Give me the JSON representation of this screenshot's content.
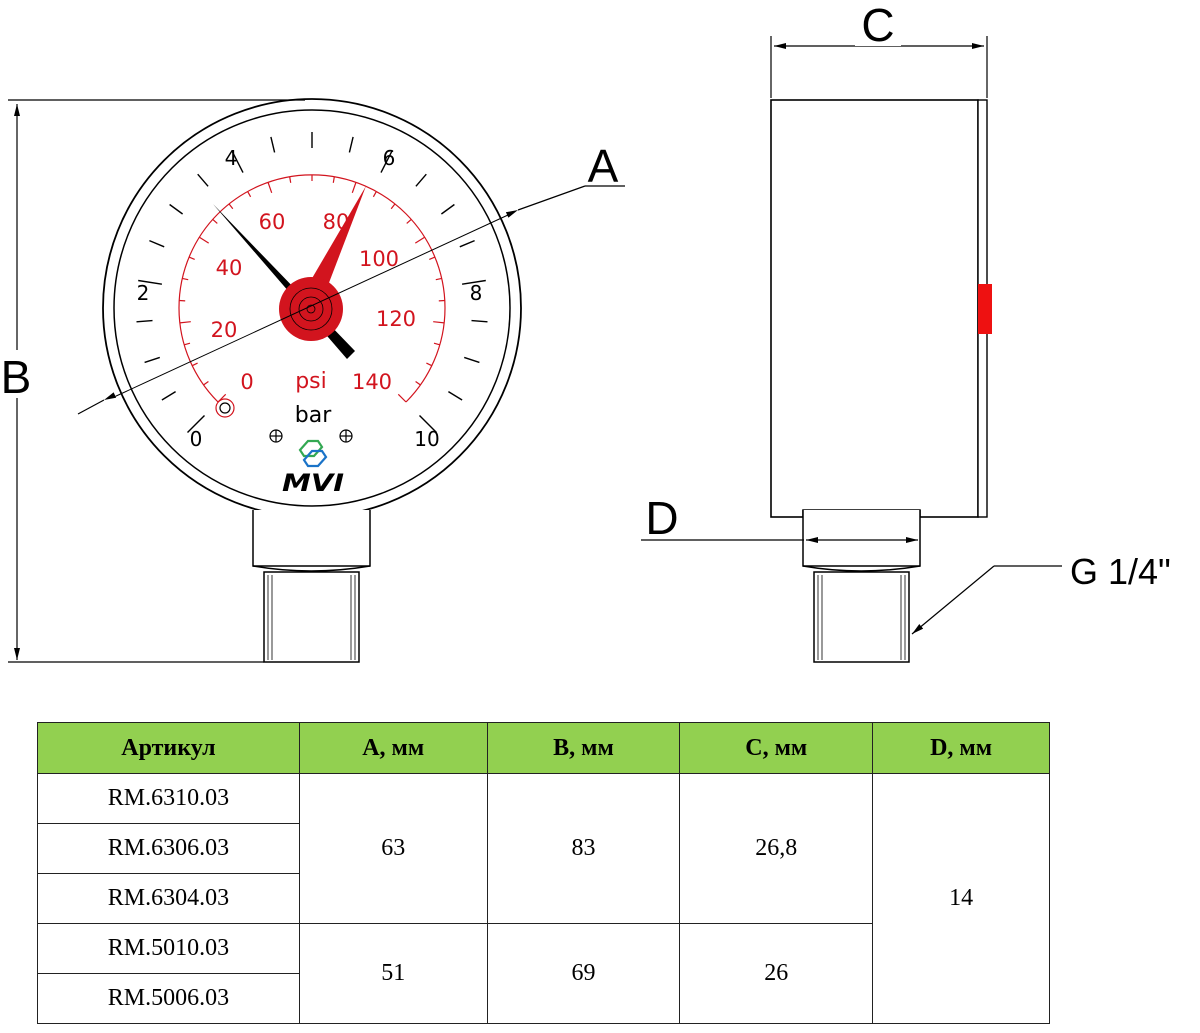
{
  "drawing": {
    "dim_labels": {
      "a": "A",
      "b": "B",
      "c": "C",
      "d": "D",
      "thread": "G 1/4\""
    },
    "bar_scale": [
      "0",
      "2",
      "4",
      "6",
      "8",
      "10"
    ],
    "psi_scale": [
      "0",
      "20",
      "40",
      "60",
      "80",
      "100",
      "120",
      "140"
    ],
    "unit_psi": "psi",
    "unit_bar": "bar",
    "logo_text": "MVI",
    "colors": {
      "accent_red": "#d2141e",
      "logo_green": "#33a852",
      "logo_blue": "#1a73c8",
      "header_green": "#92d050"
    }
  },
  "table": {
    "headers": [
      "Артикул",
      "A, мм",
      "B, мм",
      "C, мм",
      "D, мм"
    ],
    "articles": [
      "RM.6310.03",
      "RM.6306.03",
      "RM.6304.03",
      "RM.5010.03",
      "RM.5006.03"
    ],
    "group1": {
      "a": "63",
      "b": "83",
      "c": "26,8"
    },
    "group2": {
      "a": "51",
      "b": "69",
      "c": "26"
    },
    "d_all": "14"
  }
}
